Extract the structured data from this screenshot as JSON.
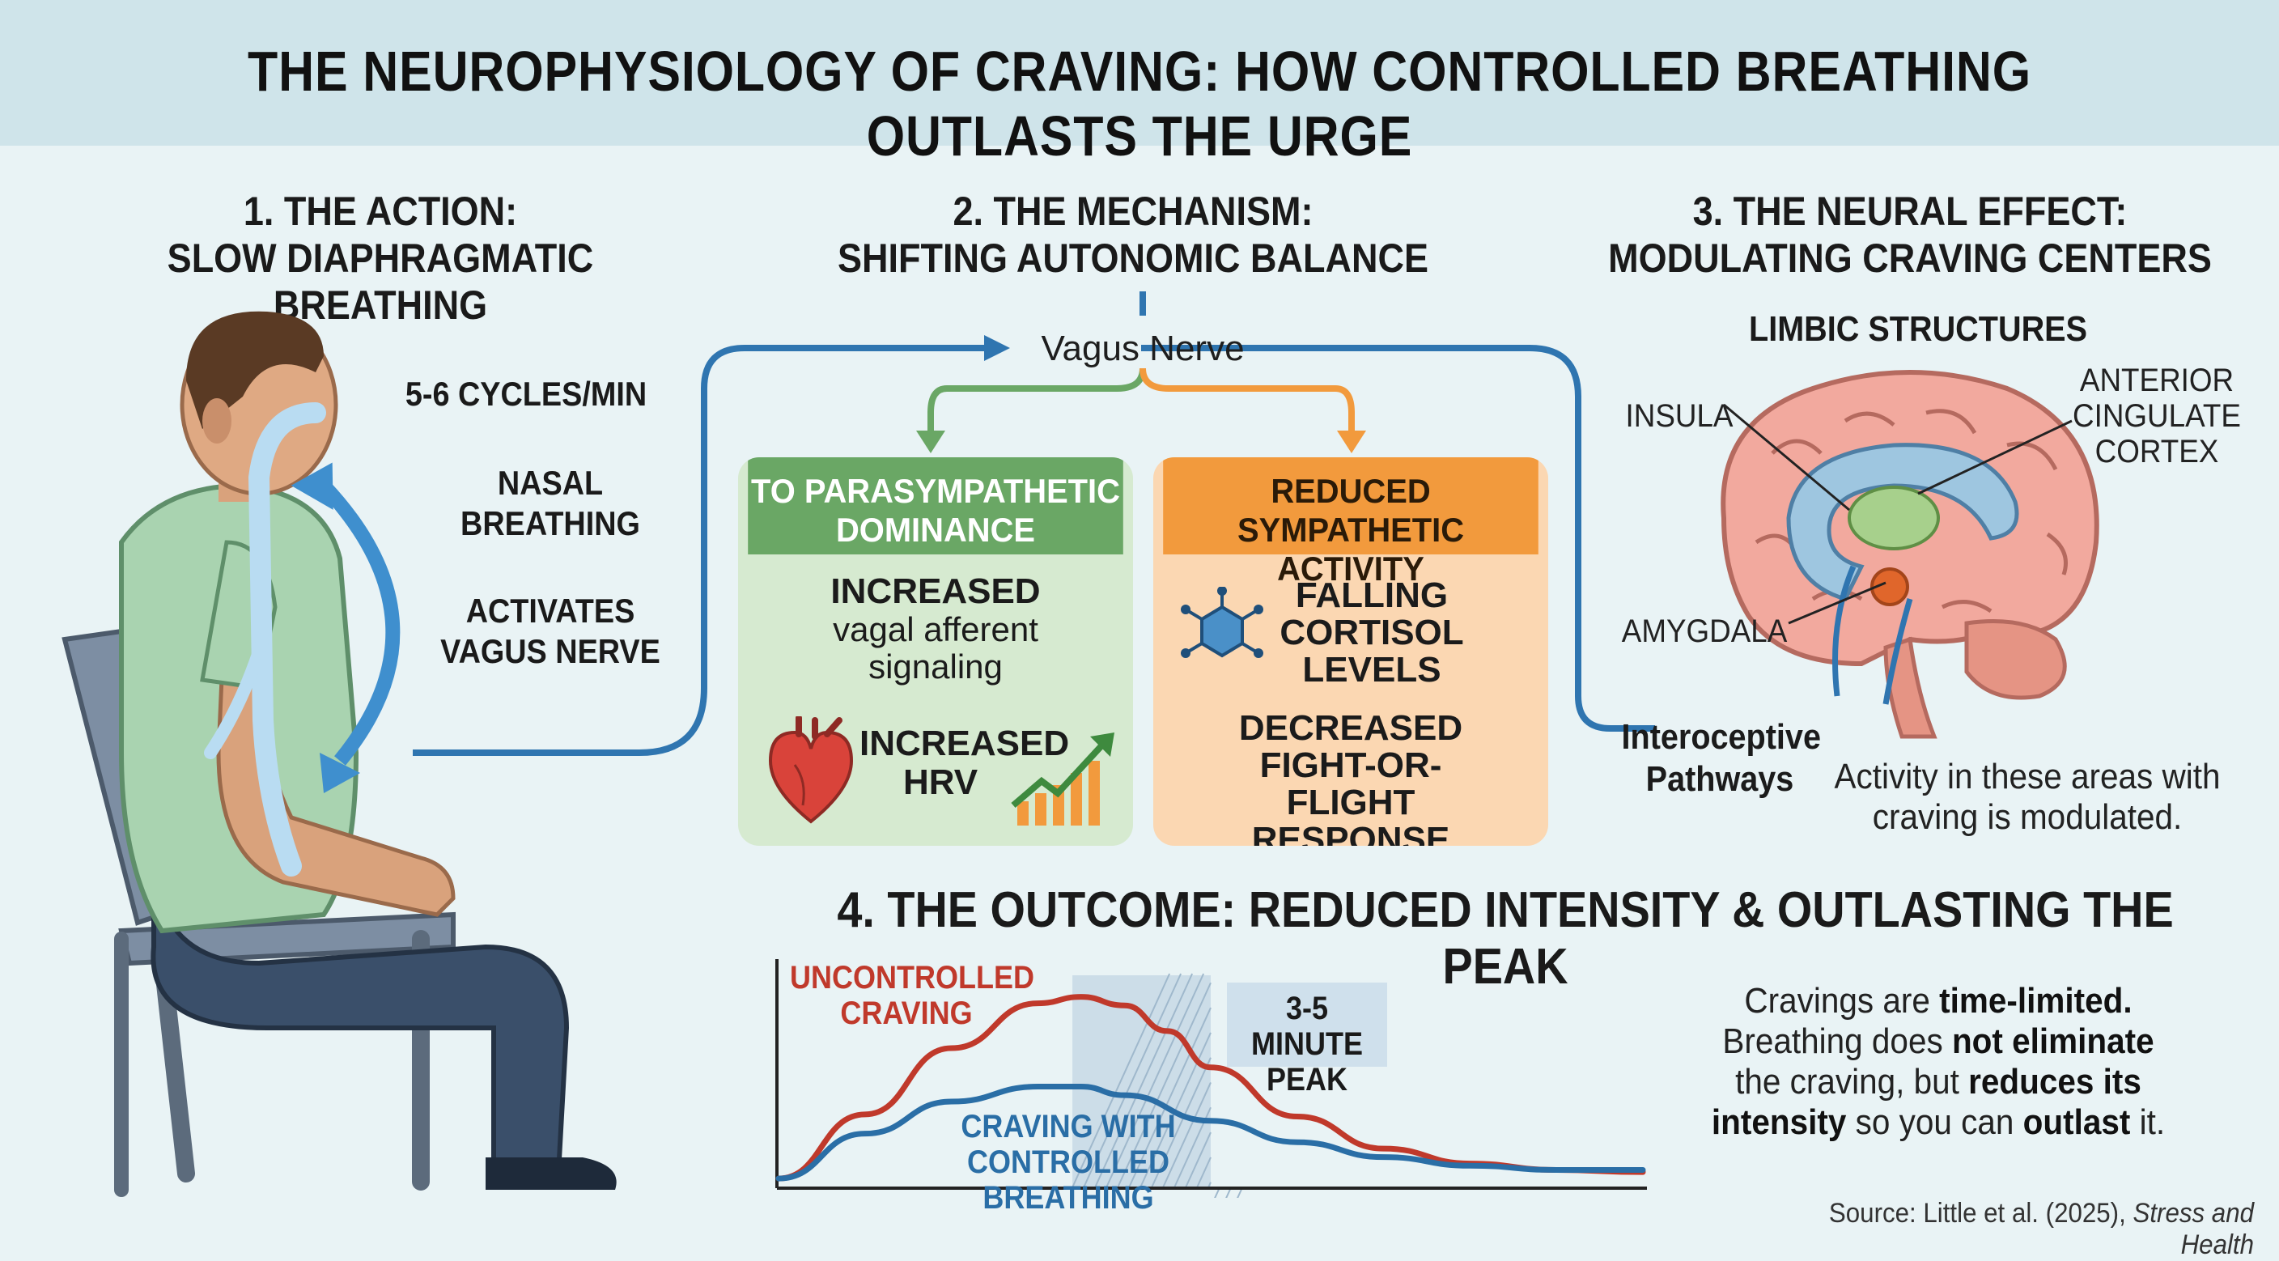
{
  "title": "THE NEUROPHYSIOLOGY OF CRAVING: HOW CONTROLLED BREATHING OUTLASTS THE URGE",
  "section1": {
    "heading_line1": "1. THE ACTION:",
    "heading_line2": "SLOW DIAPHRAGMATIC BREATHING",
    "labels": [
      "5-6 CYCLES/MIN",
      "NASAL BREATHING",
      "ACTIVATES VAGUS NERVE"
    ],
    "icon": "seated-person-breathing-icon"
  },
  "section2": {
    "heading_line1": "2. THE MECHANISM:",
    "heading_line2": "SHIFTING AUTONOMIC BALANCE",
    "vagus_label": "Vagus Nerve",
    "left_box": {
      "title": "TO PARASYMPATHETIC DOMINANCE",
      "item1_bold": "INCREASED",
      "item1_text": "vagal afferent signaling",
      "item2_text": "INCREASED HRV",
      "icons": [
        "heart-icon",
        "rising-bar-chart-icon"
      ],
      "header_color": "#6aa765",
      "body_color": "#d6ead0"
    },
    "right_box": {
      "title": "REDUCED SYMPATHETIC ACTIVITY",
      "item1_text": "FALLING CORTISOL LEVELS",
      "item2_text": "DECREASED FIGHT-OR-FLIGHT RESPONSE",
      "icons": [
        "molecule-icon"
      ],
      "header_color": "#f29a3d",
      "body_color": "#fbd7b2"
    }
  },
  "section3": {
    "heading_line1": "3. THE NEURAL EFFECT:",
    "heading_line2": "MODULATING CRAVING CENTERS",
    "subheading": "LIMBIC STRUCTURES",
    "labels": {
      "insula": "INSULA",
      "acc": "ANTERIOR CINGULATE CORTEX",
      "amygdala": "AMYGDALA",
      "pathways": "Interoceptive Pathways"
    },
    "note": "Activity in these areas with craving is modulated.",
    "icon": "brain-icon"
  },
  "section4": {
    "heading": "4. THE OUTCOME: REDUCED INTENSITY & OUTLASTING THE PEAK",
    "note_parts": [
      {
        "text": "Cravings are ",
        "bold": false
      },
      {
        "text": "time-limited.",
        "bold": true
      },
      {
        "text": " Breathing does ",
        "bold": false
      },
      {
        "text": "not eliminate",
        "bold": true
      },
      {
        "text": " the craving, but ",
        "bold": false
      },
      {
        "text": "reduces its intensity",
        "bold": true
      },
      {
        "text": " so you can ",
        "bold": false
      },
      {
        "text": "outlast",
        "bold": true
      },
      {
        "text": " it.",
        "bold": false
      }
    ]
  },
  "chart_data": {
    "type": "line",
    "title": "",
    "xlabel": "",
    "ylabel": "",
    "axis_ticks": false,
    "grid": false,
    "series": [
      {
        "name": "UNCONTROLLED CRAVING",
        "color": "#c0392b",
        "x": [
          0,
          0.1,
          0.2,
          0.3,
          0.35,
          0.4,
          0.45,
          0.5,
          0.6,
          0.7,
          0.8,
          0.9,
          1.0
        ],
        "y": [
          0.03,
          0.33,
          0.64,
          0.85,
          0.88,
          0.84,
          0.72,
          0.55,
          0.32,
          0.17,
          0.1,
          0.07,
          0.06
        ]
      },
      {
        "name": "CRAVING WITH CONTROLLED BREATHING",
        "color": "#2a6ea6",
        "x": [
          0,
          0.1,
          0.2,
          0.3,
          0.35,
          0.4,
          0.5,
          0.6,
          0.7,
          0.8,
          0.9,
          1.0
        ],
        "y": [
          0.03,
          0.24,
          0.39,
          0.46,
          0.46,
          0.42,
          0.3,
          0.2,
          0.13,
          0.09,
          0.07,
          0.07
        ]
      }
    ],
    "peak_band": {
      "x_start": 0.34,
      "x_end": 0.5,
      "label": "3-5 MINUTE PEAK"
    }
  },
  "source": {
    "prefix": "Source: Little et al. (2025), ",
    "journal": "Stress and Health"
  },
  "colors": {
    "banner": "#cfe4ea",
    "background": "#e9f3f5",
    "arrow_blue": "#2f75b0",
    "brain_pink": "#f2a99e",
    "limbic_blue": "#9ec6e0"
  }
}
